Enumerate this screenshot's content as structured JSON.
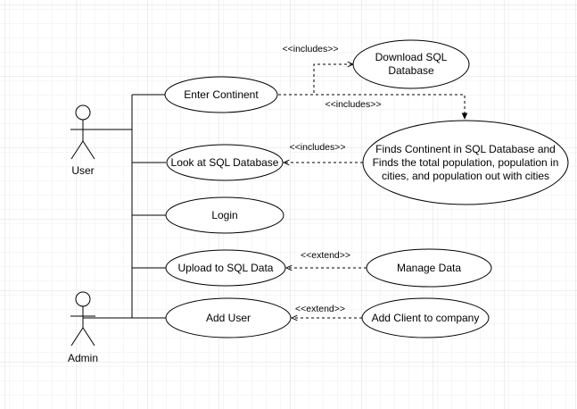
{
  "diagram": {
    "actors": {
      "user": {
        "label": "User"
      },
      "admin": {
        "label": "Admin"
      }
    },
    "use_cases": {
      "enter_continent": {
        "lines": [
          "Enter Continent"
        ]
      },
      "look_db": {
        "lines": [
          "Look at SQL Database"
        ]
      },
      "login": {
        "lines": [
          "Login"
        ]
      },
      "upload": {
        "lines": [
          "Upload to SQL Data"
        ]
      },
      "add_user": {
        "lines": [
          "Add User"
        ]
      },
      "download": {
        "lines": [
          "Download SQL",
          "Database"
        ]
      },
      "finds": {
        "lines": [
          "Finds Continent in SQL Database and",
          "Finds the total population, population in",
          "cities, and population out with cities"
        ]
      },
      "manage": {
        "lines": [
          "Manage Data"
        ]
      },
      "add_client": {
        "lines": [
          "Add Client to company"
        ]
      }
    },
    "relations": {
      "inc_download": "<<includes>>",
      "inc_finds": "<<includes>>",
      "inc_look": "<<includes>>",
      "ext_manage": "<<extend>>",
      "ext_client": "<<extend>>"
    },
    "colors": {
      "line": "#000000",
      "grid_minor": "#ededed",
      "grid_major": "#dcdcdc",
      "fill": "#ffffff"
    }
  }
}
